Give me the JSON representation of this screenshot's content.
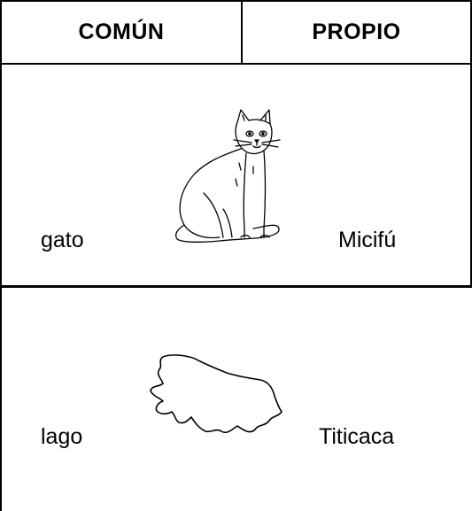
{
  "header": {
    "comun": "COMÚN",
    "propio": "PROPIO"
  },
  "rows": [
    {
      "common": "gato",
      "proper": "Micifú",
      "picture": "cat-drawing"
    },
    {
      "common": "lago",
      "proper": "Titicaca",
      "picture": "lake-outline-drawing"
    }
  ]
}
